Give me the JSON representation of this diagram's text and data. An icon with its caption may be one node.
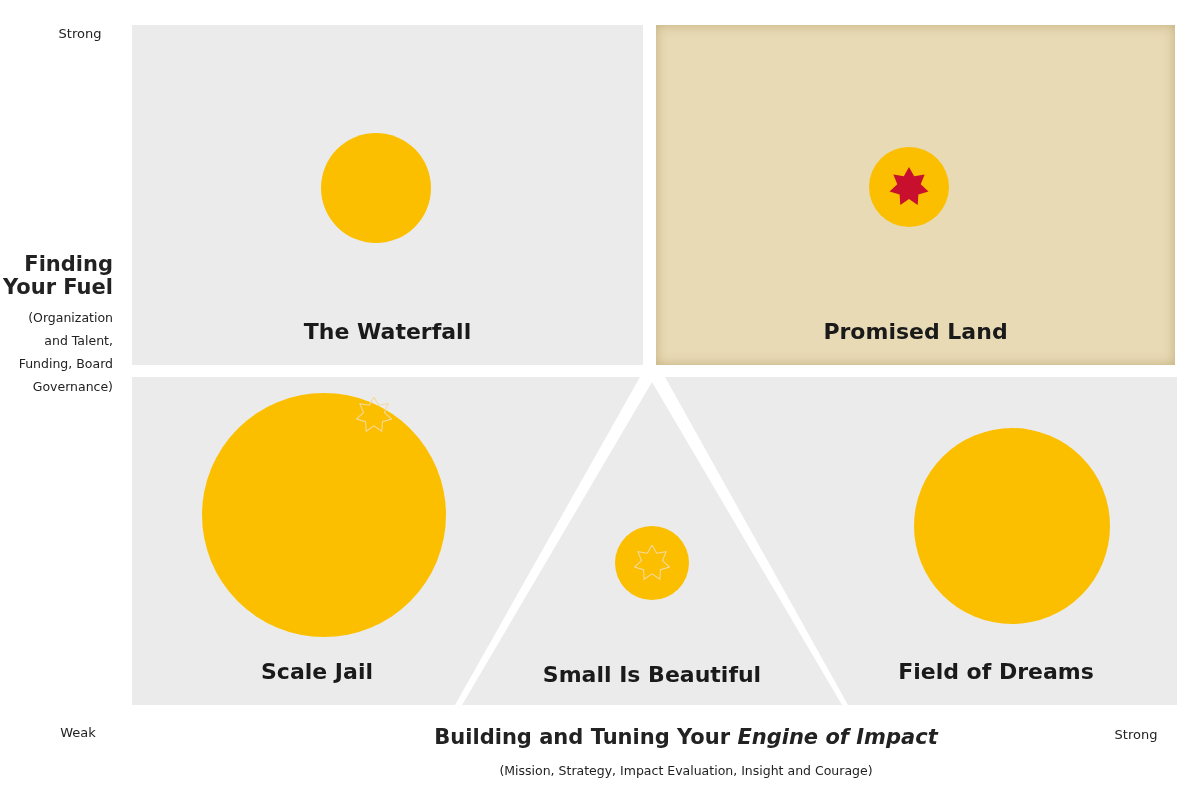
{
  "diagram": {
    "nodes": [
      {
        "text": [
          "The Waterfall"
        ]
      },
      {
        "text": [
          "Promised Land"
        ]
      },
      {
        "text": [
          "Scale Jail"
        ]
      },
      {
        "text": [
          "Small Is Beautiful"
        ]
      },
      {
        "text": [
          "Field of Dreams"
        ]
      },
      {
        "text": [],
        "shape": "circle",
        "in": 0
      },
      {
        "text": [],
        "shape": "circle",
        "in": 1
      },
      {
        "text": [],
        "shape": "circle",
        "in": 2
      },
      {
        "text": [],
        "shape": "circle",
        "in": 3
      },
      {
        "text": [],
        "shape": "circle",
        "in": 4
      }
    ],
    "edges": [],
    "labels": [
      "Strong",
      "Finding Your Fuel",
      "(Organization and Talent, Funding, Board Governance)",
      "Weak",
      "Building and Tuning Your *Engine of Impact*",
      "(Mission, Strategy, Impact Evaluation, Insight and Courage)",
      "Strong"
    ]
  }
}
